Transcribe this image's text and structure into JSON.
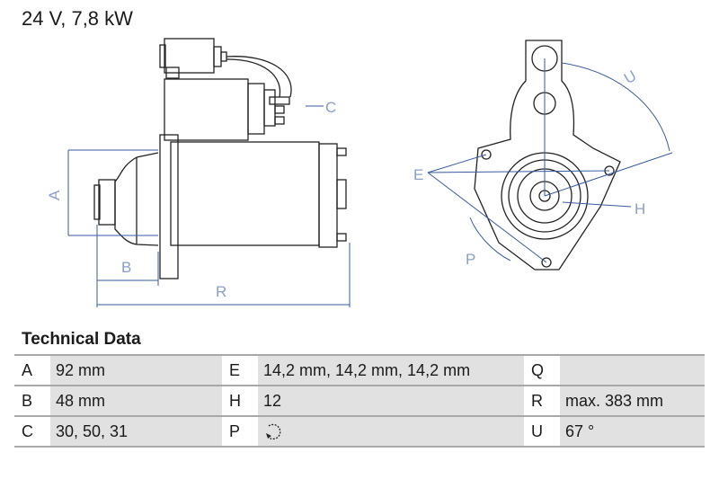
{
  "header": {
    "title": "24 V, 7,8 kW"
  },
  "drawing": {
    "labels": {
      "A": "A",
      "B": "B",
      "C": "C",
      "R": "R",
      "E": "E",
      "H": "H",
      "P": "P",
      "U": "U"
    }
  },
  "technical_data": {
    "title": "Technical Data",
    "rows": [
      [
        {
          "key": "A",
          "value": "92 mm"
        },
        {
          "key": "E",
          "value": "14,2 mm, 14,2 mm, 14,2 mm"
        },
        {
          "key": "Q",
          "value": ""
        }
      ],
      [
        {
          "key": "B",
          "value": "48 mm"
        },
        {
          "key": "H",
          "value": "12"
        },
        {
          "key": "R",
          "value": "max. 383 mm"
        }
      ],
      [
        {
          "key": "C",
          "value": "30, 50, 31"
        },
        {
          "key": "P",
          "value": "rotation-direction-icon"
        },
        {
          "key": "U",
          "value": "67 °"
        }
      ]
    ]
  }
}
